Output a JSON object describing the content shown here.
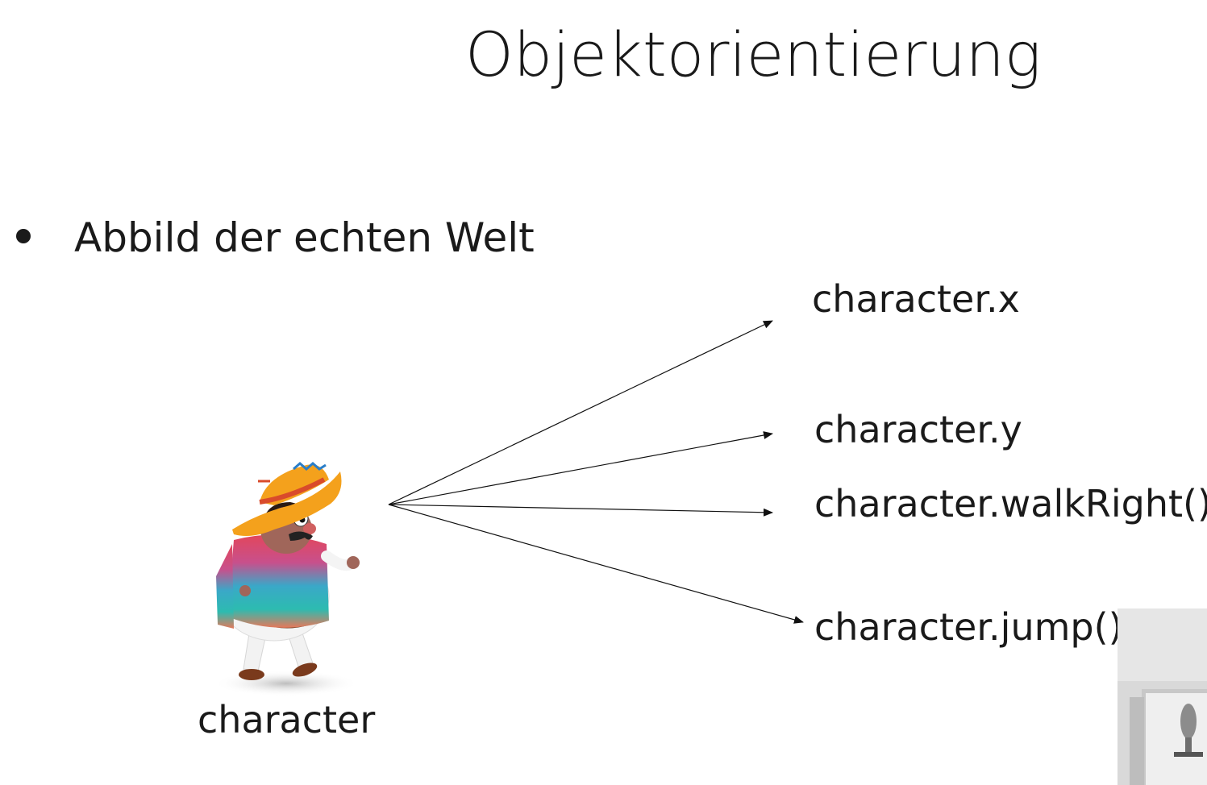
{
  "slide": {
    "title": "Objektorientierung",
    "bullet": "Abbild der echten Welt"
  },
  "object": {
    "caption": "character",
    "image": "cartoon-character-with-sombrero-and-poncho"
  },
  "members": [
    "character.x",
    "character.y",
    "character.walkRight();",
    "character.jump();"
  ],
  "webcam_overlay": "webcam-thumbnail"
}
